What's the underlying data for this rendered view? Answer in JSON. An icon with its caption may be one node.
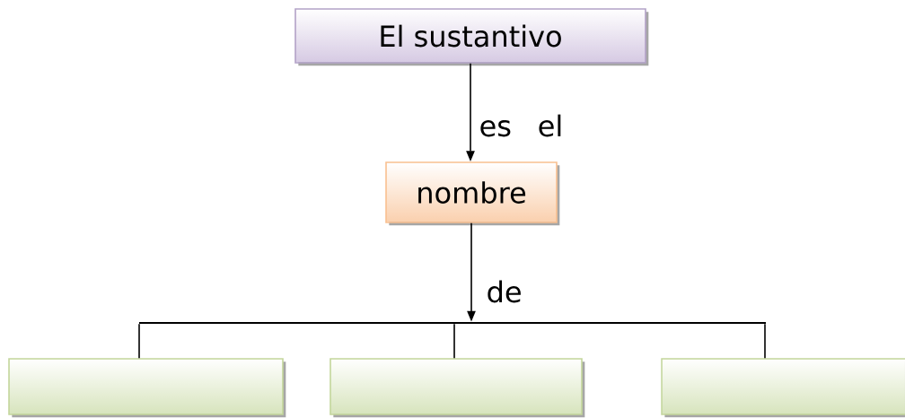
{
  "diagram": {
    "nodes": [
      {
        "text": [
          "El sustantivo"
        ]
      },
      {
        "text": [
          "nombre"
        ]
      },
      {
        "text": [],
        "shape": "bar"
      },
      {
        "text": [],
        "shape": "box"
      },
      {
        "text": [],
        "shape": "box"
      },
      {
        "text": [],
        "shape": "box"
      }
    ],
    "edges": [
      {
        "from": 0,
        "to": 1,
        "arrow": "to",
        "label": "es el"
      },
      {
        "from": 1,
        "to": 2,
        "arrow": "to",
        "label": "de"
      },
      {
        "from": 2,
        "to": 3,
        "arrow": "none"
      },
      {
        "from": 2,
        "to": 4,
        "arrow": "none"
      },
      {
        "from": 2,
        "to": 5,
        "arrow": "none"
      }
    ]
  }
}
